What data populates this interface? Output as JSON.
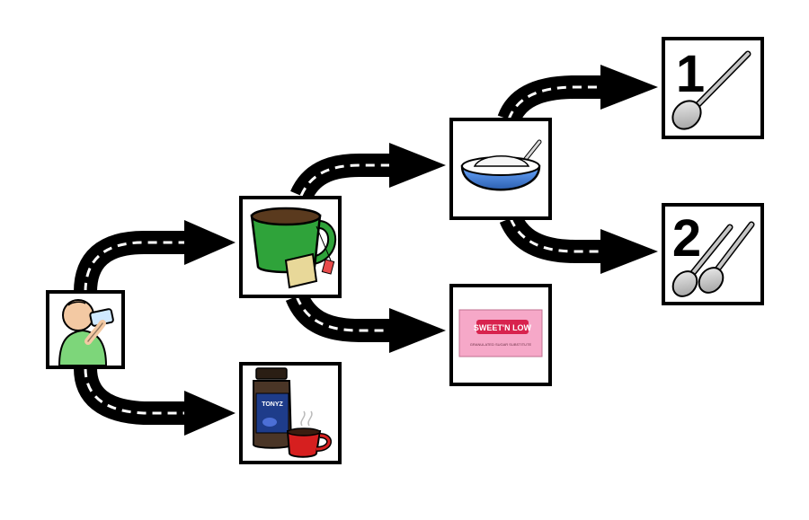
{
  "diagram": {
    "nodes": [
      {
        "id": "drink",
        "icon": "person-drinking-icon"
      },
      {
        "id": "tea",
        "icon": "tea-cup-icon"
      },
      {
        "id": "coffee",
        "icon": "instant-coffee-jar-icon",
        "jar_label": "TONYZ"
      },
      {
        "id": "sugar",
        "icon": "sugar-bowl-icon"
      },
      {
        "id": "sweetener",
        "icon": "sweetener-packet-icon",
        "brand": "SWEET'N LOW",
        "tagline": "GRANULATED SUGAR SUBSTITUTE"
      },
      {
        "id": "one-spoon",
        "icon": "one-spoon-icon",
        "number": "1"
      },
      {
        "id": "two-spoons",
        "icon": "two-spoons-icon",
        "number": "2"
      }
    ],
    "arrows": [
      {
        "from": "drink",
        "to": "tea"
      },
      {
        "from": "drink",
        "to": "coffee"
      },
      {
        "from": "tea",
        "to": "sugar"
      },
      {
        "from": "tea",
        "to": "sweetener"
      },
      {
        "from": "sugar",
        "to": "one-spoon"
      },
      {
        "from": "sugar",
        "to": "two-spoons"
      }
    ],
    "colors": {
      "road": "#000000",
      "dash": "#ffffff",
      "box_border": "#000000",
      "shirt": "#7dd67a",
      "skin": "#f3c9a3",
      "tea_cup": "#2fa33a",
      "tea": "#5a3a1e",
      "tea_bag": "#e8d899",
      "bowl": "#3f7fd6",
      "packet": "#f6a8c8",
      "packet_logo": "#d8234e",
      "coffee_cup": "#d61f1f",
      "jar": "#4a3526",
      "spoon": "#c9c9c9"
    }
  }
}
